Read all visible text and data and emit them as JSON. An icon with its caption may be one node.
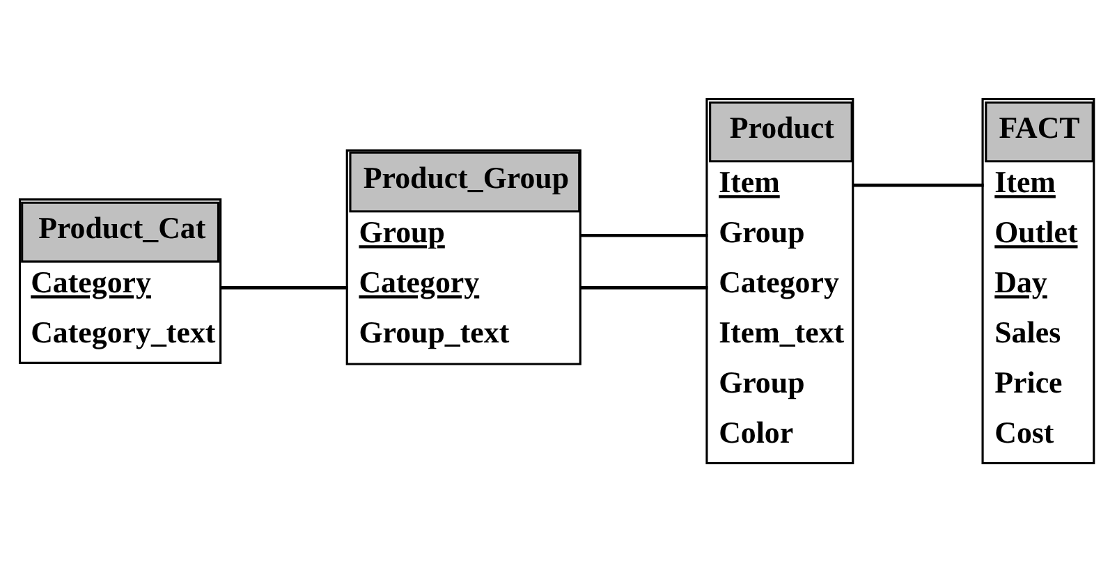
{
  "diagram": {
    "nodes": [
      {
        "text": [
          "Product_Cat",
          "Category",
          "Category_text"
        ]
      },
      {
        "text": [
          "Product_Group",
          "Group",
          "Category",
          "Group_text"
        ]
      },
      {
        "text": [
          "Product",
          "Item",
          "Group",
          "Category",
          "Item_text",
          "Group",
          "Color"
        ]
      },
      {
        "text": [
          "FACT",
          "Item",
          "Outlet",
          "Day",
          "Sales",
          "Price",
          "Cost"
        ]
      }
    ],
    "edges": [
      {
        "from": 0,
        "to": 1,
        "arrow": "none"
      },
      {
        "from": 1,
        "to": 2,
        "arrow": "none"
      },
      {
        "from": 1,
        "to": 2,
        "arrow": "none"
      },
      {
        "from": 2,
        "to": 3,
        "arrow": "none"
      }
    ]
  }
}
